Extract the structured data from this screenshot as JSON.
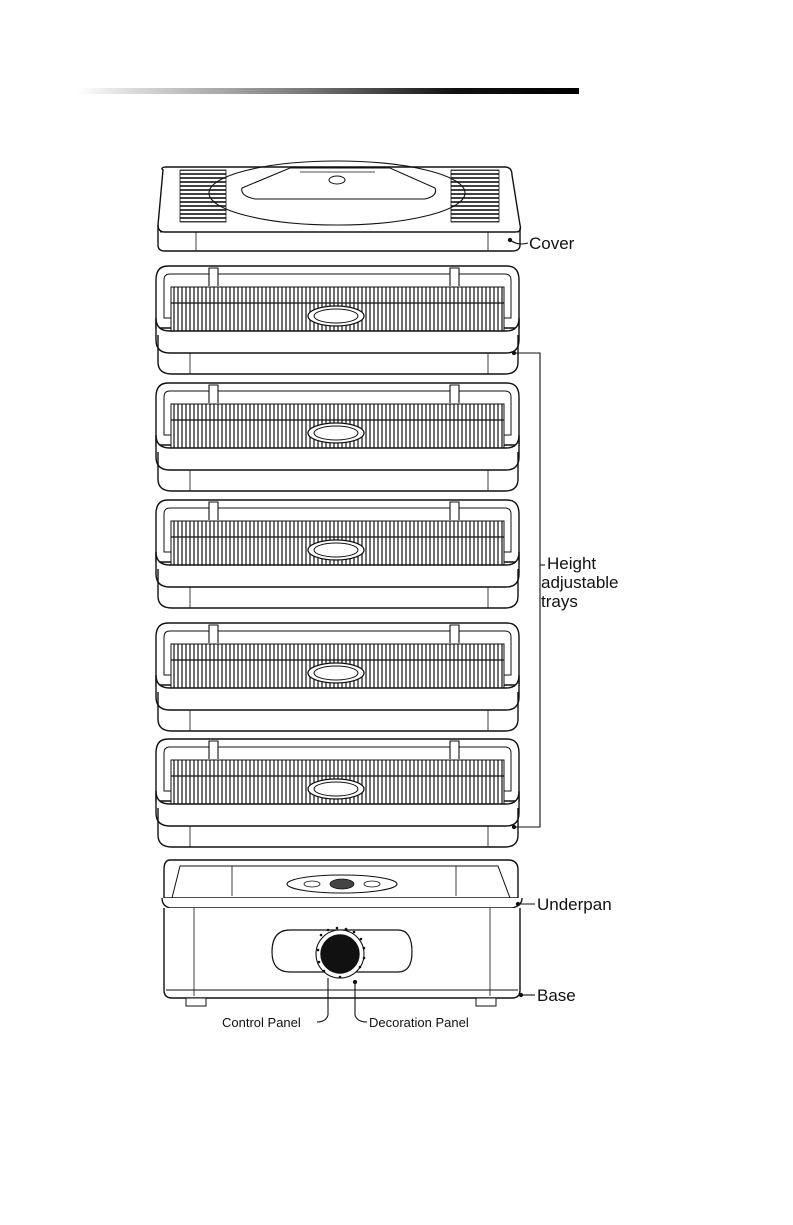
{
  "labels": {
    "cover": "Cover",
    "trays_line1": "Height",
    "trays_line2": "adjustable",
    "trays_line3": "trays",
    "underpan": "Underpan",
    "base": "Base",
    "control_panel": "Control Panel",
    "decoration_panel": "Decoration Panel"
  },
  "trays": {
    "count": 5
  }
}
